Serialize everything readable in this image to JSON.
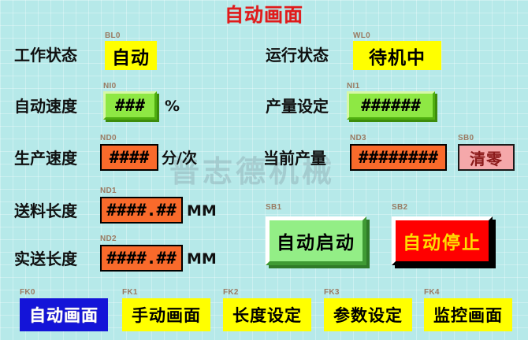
{
  "screen": {
    "title": "自动画面",
    "watermark": "普志德机械",
    "background_color": "#b6e9e9"
  },
  "colors": {
    "title_red": "#e01b1b",
    "status_yellow": "#ffff00",
    "numeric_green": "#8ee844",
    "numeric_orange": "#f96a2b",
    "reset_pink": "#f5a8aa",
    "start_green": "#93ee86",
    "stop_red": "#ff0000",
    "stop_text_yellow": "#ffdd00",
    "active_key_blue": "#1414d8",
    "tag_brown": "#9a7a62"
  },
  "fields": {
    "work_status": {
      "tag": "BL0",
      "label": "工作状态",
      "value": "自动",
      "unit": "",
      "style": "status-yellow"
    },
    "run_status": {
      "tag": "WL0",
      "label": "运行状态",
      "value": "待机中",
      "unit": "",
      "style": "status-yellow"
    },
    "auto_speed": {
      "tag": "NI0",
      "label": "自动速度",
      "value": "###",
      "unit": "%",
      "style": "numeric-green-3d"
    },
    "output_setting": {
      "tag": "NI1",
      "label": "产量设定",
      "value": "######",
      "unit": "",
      "style": "numeric-green-3d"
    },
    "production_speed": {
      "tag": "ND0",
      "label": "生产速度",
      "value": "####",
      "unit": "分/次",
      "style": "numeric-orange"
    },
    "current_output": {
      "tag": "ND3",
      "label": "当前产量",
      "value": "########",
      "unit": "",
      "style": "numeric-orange"
    },
    "feed_length": {
      "tag": "ND1",
      "label": "送料长度",
      "value": "####.##",
      "unit": "MM",
      "style": "numeric-orange"
    },
    "actual_feed_length": {
      "tag": "ND2",
      "label": "实送长度",
      "value": "####.##",
      "unit": "MM",
      "style": "numeric-orange"
    }
  },
  "buttons": {
    "reset": {
      "tag": "SB0",
      "label": "清零",
      "style": "pink"
    },
    "auto_start": {
      "tag": "SB1",
      "label": "自动启动",
      "style": "green-raised"
    },
    "auto_stop": {
      "tag": "SB2",
      "label": "自动停止",
      "style": "red-raised"
    }
  },
  "function_keys": [
    {
      "tag": "FK0",
      "label": "自动画面",
      "active": true
    },
    {
      "tag": "FK1",
      "label": "手动画面",
      "active": false
    },
    {
      "tag": "FK2",
      "label": "长度设定",
      "active": false
    },
    {
      "tag": "FK3",
      "label": "参数设定",
      "active": false
    },
    {
      "tag": "FK4",
      "label": "监控画面",
      "active": false
    }
  ]
}
